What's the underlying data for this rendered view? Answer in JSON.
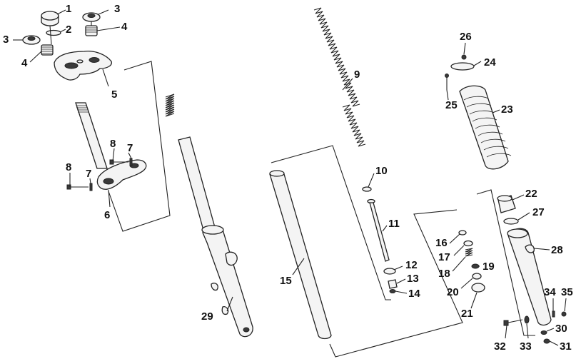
{
  "callouts": [
    {
      "id": "c1",
      "text": "1"
    },
    {
      "id": "c2",
      "text": "2"
    },
    {
      "id": "c3a",
      "text": "3"
    },
    {
      "id": "c3b",
      "text": "3"
    },
    {
      "id": "c4a",
      "text": "4"
    },
    {
      "id": "c4b",
      "text": "4"
    },
    {
      "id": "c5",
      "text": "5"
    },
    {
      "id": "c6",
      "text": "6"
    },
    {
      "id": "c7a",
      "text": "7"
    },
    {
      "id": "c7b",
      "text": "7"
    },
    {
      "id": "c8a",
      "text": "8"
    },
    {
      "id": "c8b",
      "text": "8"
    },
    {
      "id": "c9",
      "text": "9"
    },
    {
      "id": "c10",
      "text": "10"
    },
    {
      "id": "c11",
      "text": "11"
    },
    {
      "id": "c12",
      "text": "12"
    },
    {
      "id": "c13",
      "text": "13"
    },
    {
      "id": "c14",
      "text": "14"
    },
    {
      "id": "c15",
      "text": "15"
    },
    {
      "id": "c16",
      "text": "16"
    },
    {
      "id": "c17",
      "text": "17"
    },
    {
      "id": "c18",
      "text": "18"
    },
    {
      "id": "c19",
      "text": "19"
    },
    {
      "id": "c20",
      "text": "20"
    },
    {
      "id": "c21",
      "text": "21"
    },
    {
      "id": "c22",
      "text": "22"
    },
    {
      "id": "c23",
      "text": "23"
    },
    {
      "id": "c24",
      "text": "24"
    },
    {
      "id": "c25",
      "text": "25"
    },
    {
      "id": "c26",
      "text": "26"
    },
    {
      "id": "c27",
      "text": "27"
    },
    {
      "id": "c28",
      "text": "28"
    },
    {
      "id": "c29",
      "text": "29"
    },
    {
      "id": "c30",
      "text": "30"
    },
    {
      "id": "c31",
      "text": "31"
    },
    {
      "id": "c32",
      "text": "32"
    },
    {
      "id": "c33",
      "text": "33"
    },
    {
      "id": "c34",
      "text": "34"
    },
    {
      "id": "c35",
      "text": "35"
    }
  ]
}
